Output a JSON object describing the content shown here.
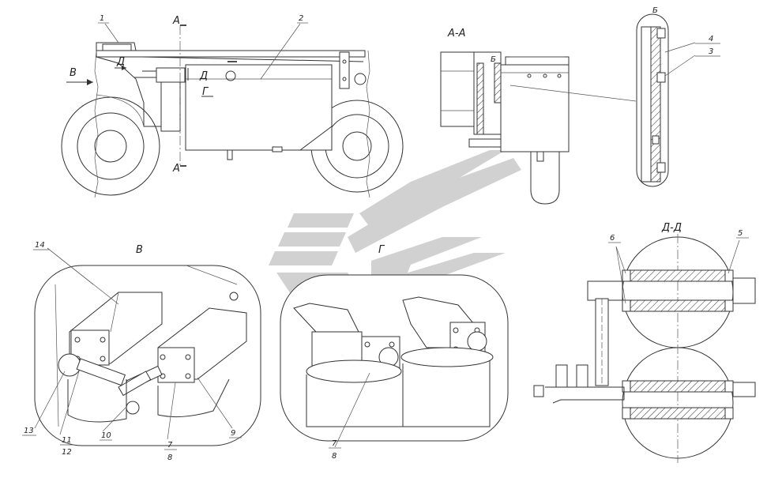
{
  "colors": {
    "line": "#333333",
    "watermark": "#9a9a9a",
    "background": "#ffffff"
  },
  "views": {
    "section_aa": "А-А",
    "section_dd": "Д-Д",
    "view_b": "В",
    "view_g": "Г"
  },
  "markers": {
    "a_top": "А",
    "a_bottom": "А",
    "d_left": "Д",
    "d_right": "Д",
    "g": "Г",
    "b_arrow": "В",
    "b_small": "Б"
  },
  "callouts": {
    "c1": "1",
    "c2": "2",
    "c3": "3",
    "c4": "4",
    "c5": "5",
    "c6": "6",
    "c7": "7",
    "c8": "8",
    "c9": "9",
    "c10": "10",
    "c11": "11",
    "c12": "12",
    "c13": "13",
    "c14": "14",
    "g7": "7",
    "g8": "8"
  }
}
